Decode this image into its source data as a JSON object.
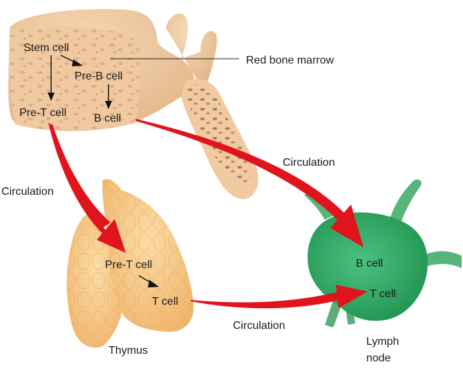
{
  "diagram": {
    "title": "Origin and migration of B cells and T cells",
    "colors": {
      "bone": "#efc89e",
      "bone_dark": "#d9a87a",
      "bone_pore": "#b08660",
      "thymus": "#f7c98a",
      "thymus_dark": "#e8ae64",
      "lymph_node": "#3db36e",
      "lymph_node_dark": "#1f8a4c",
      "circulation_arrow": "#e0141c",
      "text": "#1a1a1a"
    },
    "bone_marrow": {
      "label": "Red bone marrow",
      "cells": {
        "stem_cell": "Stem cell",
        "pre_b_cell": "Pre-B cell",
        "b_cell": "B cell",
        "pre_t_cell": "Pre-T cell"
      }
    },
    "thymus": {
      "label": "Thymus",
      "cells": {
        "pre_t_cell": "Pre-T cell",
        "t_cell": "T cell"
      }
    },
    "lymph_node": {
      "label_line1": "Lymph",
      "label_line2": "node",
      "cells": {
        "b_cell": "B cell",
        "t_cell": "T cell"
      }
    },
    "circulation_labels": {
      "marrow_to_thymus": "Circulation",
      "marrow_to_lymph": "Circulation",
      "thymus_to_lymph": "Circulation"
    }
  }
}
